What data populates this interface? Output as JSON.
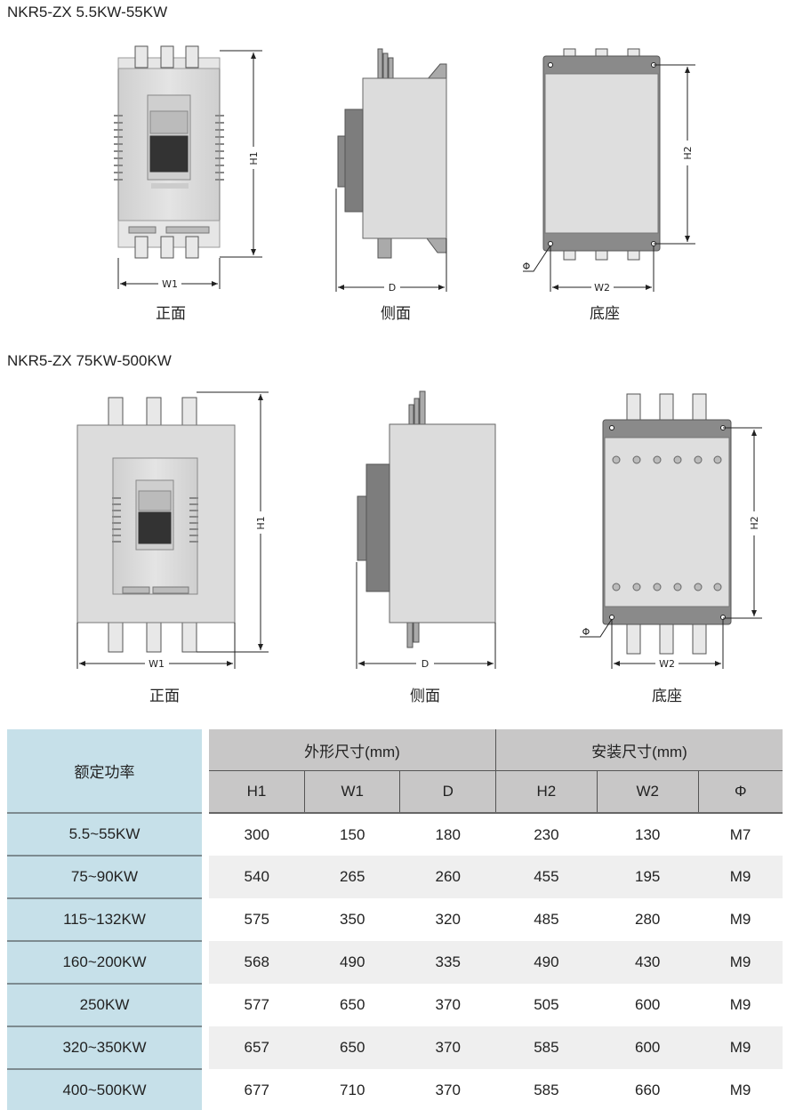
{
  "section1": {
    "title": "NKR5-ZX   5.5KW-55KW",
    "front_label": "正面",
    "side_label": "侧面",
    "base_label": "底座",
    "dims": {
      "h1": "H1",
      "w1": "W1",
      "d": "D",
      "h2": "H2",
      "w2": "W2",
      "phi": "Φ"
    }
  },
  "section2": {
    "title": "NKR5-ZX   75KW-500KW",
    "front_label": "正面",
    "side_label": "侧面",
    "base_label": "底座",
    "dims": {
      "h1": "H1",
      "w1": "W1",
      "d": "D",
      "h2": "H2",
      "w2": "W2",
      "phi": "Φ"
    }
  },
  "table": {
    "rated_power": "额定功率",
    "group_outline": "外形尺寸(mm)",
    "group_install": "安装尺寸(mm)",
    "columns": [
      "H1",
      "W1",
      "D",
      "H2",
      "W2",
      "Φ"
    ],
    "rows": [
      [
        "5.5~55KW",
        "300",
        "150",
        "180",
        "230",
        "130",
        "M7"
      ],
      [
        "75~90KW",
        "540",
        "265",
        "260",
        "455",
        "195",
        "M9"
      ],
      [
        "115~132KW",
        "575",
        "350",
        "320",
        "485",
        "280",
        "M9"
      ],
      [
        "160~200KW",
        "568",
        "490",
        "335",
        "490",
        "430",
        "M9"
      ],
      [
        "250KW",
        "577",
        "650",
        "370",
        "505",
        "600",
        "M9"
      ],
      [
        "320~350KW",
        "657",
        "650",
        "370",
        "585",
        "600",
        "M9"
      ],
      [
        "400~500KW",
        "677",
        "710",
        "370",
        "585",
        "660",
        "M9"
      ]
    ]
  },
  "colors": {
    "body": "#d9d9d9",
    "band": "#8a8a8a",
    "heatsink": "#7d7d7d",
    "left_col": "#c6e0e9",
    "header": "#c8c7c7"
  }
}
